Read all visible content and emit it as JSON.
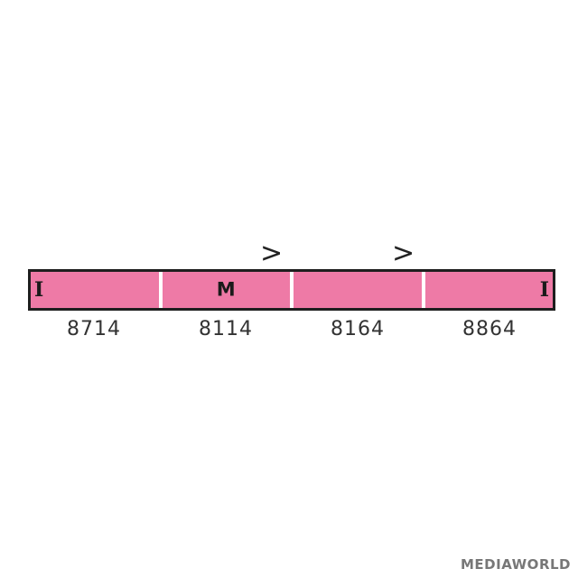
{
  "pantographs": [
    ">",
    ">"
  ],
  "cars": [
    {
      "mark": "I",
      "number": "8714"
    },
    {
      "mark": "M",
      "number": "8114"
    },
    {
      "mark": "",
      "number": "8164"
    },
    {
      "mark": "I",
      "number": "8864"
    }
  ],
  "colors": {
    "car_body": "#ee7aa6",
    "outline": "#1e1e1e",
    "divider": "#ffffff"
  },
  "watermark": "MEDIAWORLD"
}
